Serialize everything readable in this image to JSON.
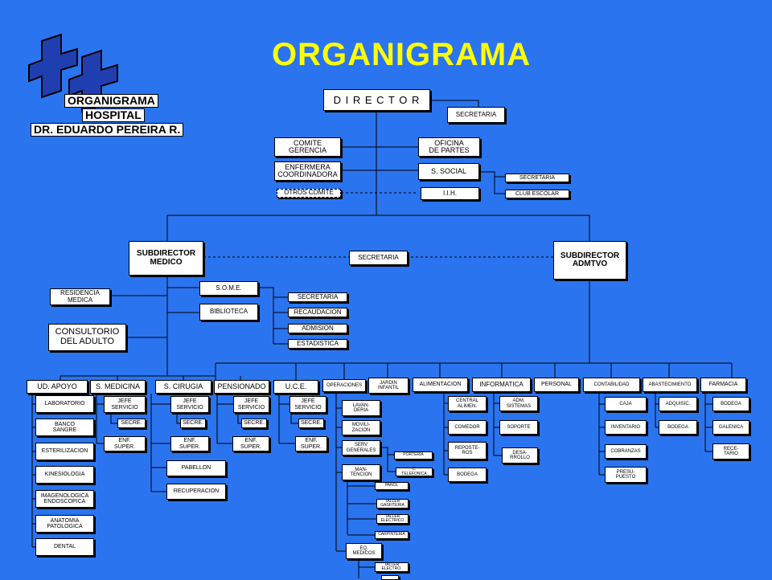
{
  "title": "ORGANIGRAMA",
  "hospital_label": {
    "line1": "ORGANIGRAMA",
    "line2": "HOSPITAL",
    "line3": "DR. EDUARDO PEREIRA R."
  },
  "nodes": {
    "director": "D I R E C T O R",
    "secretaria_dir": "SECRETARIA",
    "comite_gerencia": "COMITE\nGERENCIA",
    "oficina_partes": "OFICINA\nDE PARTES",
    "enfermera_coord": "ENFERMERA\nCOORDINADORA",
    "s_social": "S. SOCIAL",
    "secretaria_ss": "SECRETARIA",
    "club_escolar": "CLUB ESCOLAR",
    "otros_comite": "OTROS COMITE",
    "iih": "I.I.H.",
    "sub_medico": "SUBDIRECTOR\nMEDICO",
    "secretaria_sub": "SECRETARIA",
    "sub_admtvo": "SUBDIRECTOR\nADMTVO",
    "residencia": "RESIDENCIA\nMEDICA",
    "consultorio": "CONSULTORIO\nDEL ADULTO",
    "some": "S.O.M.E.",
    "biblioteca": "BIBLIOTECA",
    "secretaria_some": "SECRETARIA",
    "recaudacion": "RECAUDACION",
    "admision": "ADMISION",
    "estadistica": "ESTADISTICA",
    "ud_apoyo": "UD. APOYO",
    "s_medicina": "S. MEDICINA",
    "s_cirugia": "S. CIRUGIA",
    "pensionado": "PENSIONADO",
    "uce": "U.C.E.",
    "operaciones": "OPERACIONES",
    "jardin": "JARDIN\nINFANTIL",
    "alimentacion": "ALIMENTACION",
    "informatica": "INFORMATICA",
    "personal": "PERSONAL",
    "contabilidad": "CONTABILIDAD",
    "abastecimiento": "ABASTECIMIENTO",
    "farmacia": "FARMACIA",
    "laboratorio": "LABORATORIO",
    "banco_sangre": "BANCO\nSANGRE",
    "esterilizacion": "ESTERILIZACION",
    "kinesiologia": "KINESIOLOGIA",
    "imagenologia": "IMAGENOLOGICA\nENDOSCOPICA",
    "anatomia": "ANATOMIA\nPATOLOGICA",
    "dental": "DENTAL",
    "jefe_med": "JEFE\nSERVICIO",
    "secre_med": "SECRE.",
    "enf_med": "ENF.\nSUPER.",
    "jefe_cir": "JEFE\nSERVICIO",
    "secre_cir": "SECRE.",
    "enf_cir": "ENF.\nSUPER.",
    "pabellon": "PABELLON",
    "recuperacion": "RECUPERACION",
    "jefe_pen": "JEFE\nSERVICIO",
    "secre_pen": "SECRE.",
    "enf_pen": "ENF.\nSUPER.",
    "jefe_uce": "JEFE\nSERVICIO",
    "secre_uce": "SECRE.",
    "enf_uce": "ENF.\nSUPER.",
    "lavanderia": "LAVAN-\nDERIA",
    "movilizacion": "MOVILI-\nZACION",
    "serv_generales": "SERV\nGENERALES",
    "porteria": "PORTERIA",
    "telefonica": "C.\nTELEFONICA",
    "mantencion": "MAN-\nTENCION",
    "panol": "PAÑOL",
    "taller_gasfiteria": "TALLER\nGASFITERIA",
    "taller_electrico": "TALLER\nELECTRICO",
    "carpinteria": "CARPINTERIA",
    "eq_medicos": "EQ.\nMEDICOS",
    "taller_electro": "TALLER\nELECTRO.",
    "central_alimen": "CENTRAL\nALIMEN.",
    "comedor": "COMEDOR",
    "reposteros": "REPOSTE-\nROS",
    "bodega_alim": "BODEGA",
    "adm_sistemas": "ADM.\nSISTEMAS",
    "soporte": "SOPORTE",
    "desarrollo": "DESA-\nRROLLO",
    "caja": "CAJA",
    "inventario": "INVENTARIO",
    "cobranzas": "COBRANZAS",
    "presupuesto": "PRESU-\nPUESTO",
    "adquisic": "ADQUISIC.",
    "bodega_abast": "BODEGA",
    "bodega_farm": "BODEGA",
    "galenica": "GALENICA",
    "recetario": "RECE-\nTARIO"
  },
  "colors": {
    "background": "#2a74f0",
    "title": "#ffff00",
    "box": "#ffffff",
    "line": "#000000"
  }
}
